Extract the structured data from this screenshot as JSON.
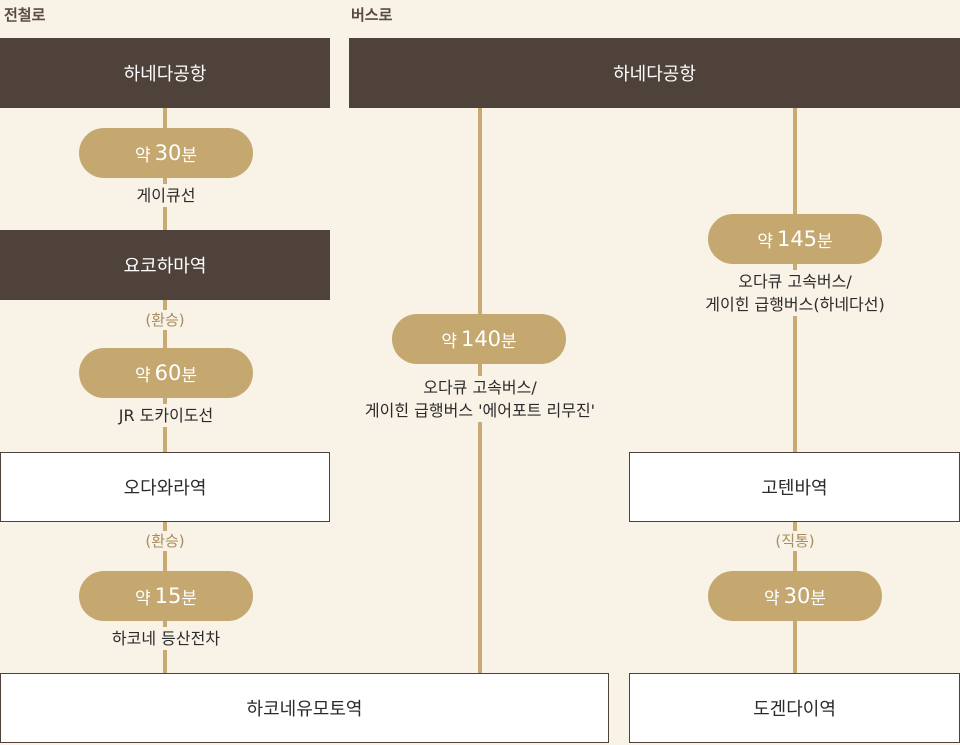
{
  "headings": {
    "rail": "전철로",
    "bus": "버스로"
  },
  "rail": {
    "haneda": "하네다공항",
    "time1_prefix": "약",
    "time1_value": "30",
    "time1_unit": "분",
    "line1": "게이큐선",
    "yokohama": "요코하마역",
    "transfer1": "(환승)",
    "time2_prefix": "약",
    "time2_value": "60",
    "time2_unit": "분",
    "line2": "JR 도카이도선",
    "odawara": "오다와라역",
    "transfer2": "(환승)",
    "time3_prefix": "약",
    "time3_value": "15",
    "time3_unit": "분",
    "line3": "하코네 등산전차",
    "hakone_yumoto": "하코네유모토역"
  },
  "bus": {
    "haneda": "하네다공항",
    "routeA": {
      "time_prefix": "약",
      "time_value": "140",
      "time_unit": "분",
      "line_1": "오다큐 고속버스/",
      "line_2": "게이힌 급행버스 '에어포트 리무진'"
    },
    "routeB": {
      "time1_prefix": "약",
      "time1_value": "145",
      "time1_unit": "분",
      "line_1": "오다큐 고속버스/",
      "line_2": "게이힌 급행버스(하네다선)",
      "gotemba": "고텐바역",
      "direct": "(직통)",
      "time2_prefix": "약",
      "time2_value": "30",
      "time2_unit": "분",
      "dogenda": "도겐다이역"
    }
  },
  "colors": {
    "dark_box": "#4e423b",
    "pill": "#c5a770",
    "line": "#c8aa72",
    "background": "#f8f2e7",
    "note_text": "#a88d5e"
  }
}
